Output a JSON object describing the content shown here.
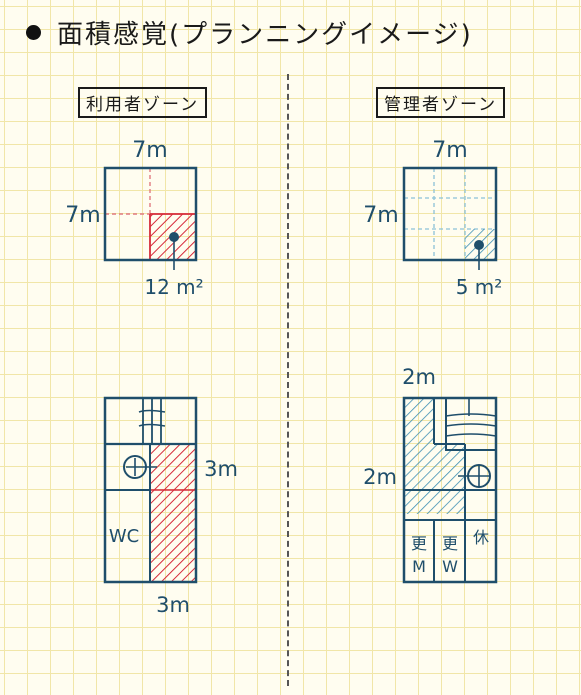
{
  "heading": {
    "title": "面積感覚(プランニングイメージ)"
  },
  "zones": [
    {
      "label": "利用者ゾーン",
      "top_diagram": {
        "width_label": "7m",
        "height_label": "7m",
        "area_label": "12 m²"
      },
      "bottom_diagram": {
        "wc_label": "WC",
        "right_dim": "3m",
        "bottom_dim": "3m"
      }
    },
    {
      "label": "管理者ゾーン",
      "top_diagram": {
        "width_label": "7m",
        "height_label": "7m",
        "area_label": "5 m²"
      },
      "bottom_diagram": {
        "top_dim": "2m",
        "left_dim": "2m",
        "rooms": [
          {
            "line1": "更",
            "line2": "M"
          },
          {
            "line1": "更",
            "line2": "W"
          },
          {
            "line1": "休",
            "line2": ""
          }
        ]
      }
    }
  ],
  "colors": {
    "ink": "#1f4e6b",
    "red": "#d62a3a",
    "blue": "#3d8fb3",
    "grid": "#f1e6a8"
  }
}
